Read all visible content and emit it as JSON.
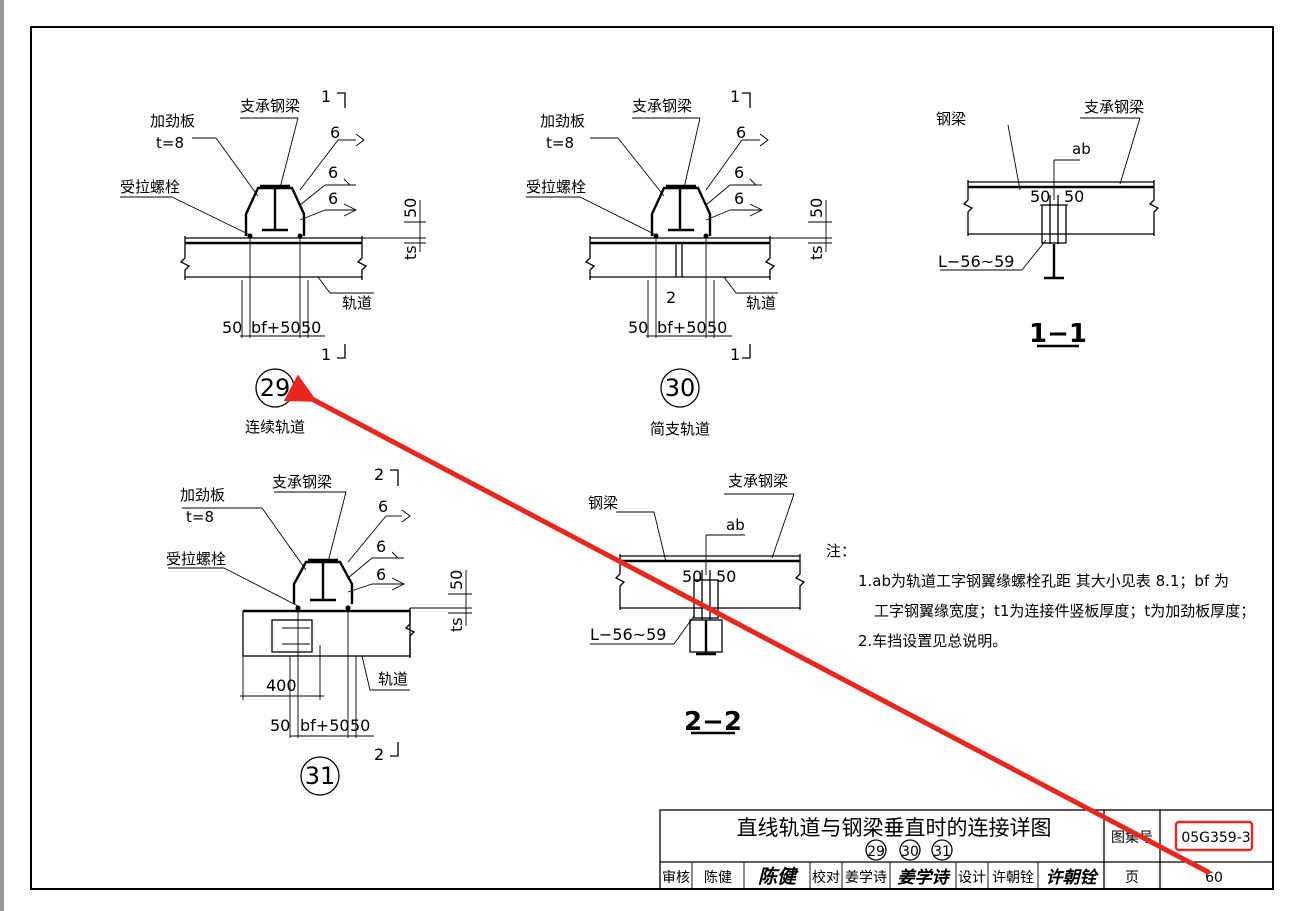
{
  "labels": {
    "stiffener": "加劲板",
    "stiffener_t": "t=8",
    "support_beam": "支承钢梁",
    "tension_bolt": "受拉螺栓",
    "track": "轨道",
    "steel_beam": "钢梁",
    "weld_6": "6",
    "dim_50": "50",
    "dim_bf": "bf+50",
    "dim_ts": "ts",
    "dim_400": "400",
    "dim_2": "2",
    "ab": "ab",
    "angle": "L−56~59",
    "cut_1": "1",
    "cut_2": "2"
  },
  "details": {
    "d29_num": "29",
    "d29_name": "连续轨道",
    "d30_num": "30",
    "d30_name": "简支轨道",
    "d31_num": "31",
    "sec11": "1−1",
    "sec22": "2−2"
  },
  "notes": {
    "head": "注：",
    "line1": "1.ab为轨道工字钢翼缘螺栓孔距  其大小见表 8.1；bf 为",
    "line2": "工字钢翼缘宽度；t1为连接件竖板厚度；t为加劲板厚度；",
    "line3": "2.车挡设置见总说明。"
  },
  "title_block": {
    "title": "直线轨道与钢梁垂直时的连接详图",
    "sub": [
      "29",
      "30",
      "31"
    ],
    "atlas_label": "图集号",
    "atlas_no": "05G359-3",
    "page_label": "页",
    "page_no": "60",
    "review_label": "审核",
    "reviewer": "陈健",
    "check_label": "校对",
    "checker": "姜学诗",
    "design_label": "设计",
    "designer": "许朝铨",
    "sig_reviewer": "陈健",
    "sig_checker": "姜学诗",
    "sig_designer": "许朝铨"
  },
  "colors": {
    "annotation": "#e8281e",
    "line": "#000000"
  }
}
